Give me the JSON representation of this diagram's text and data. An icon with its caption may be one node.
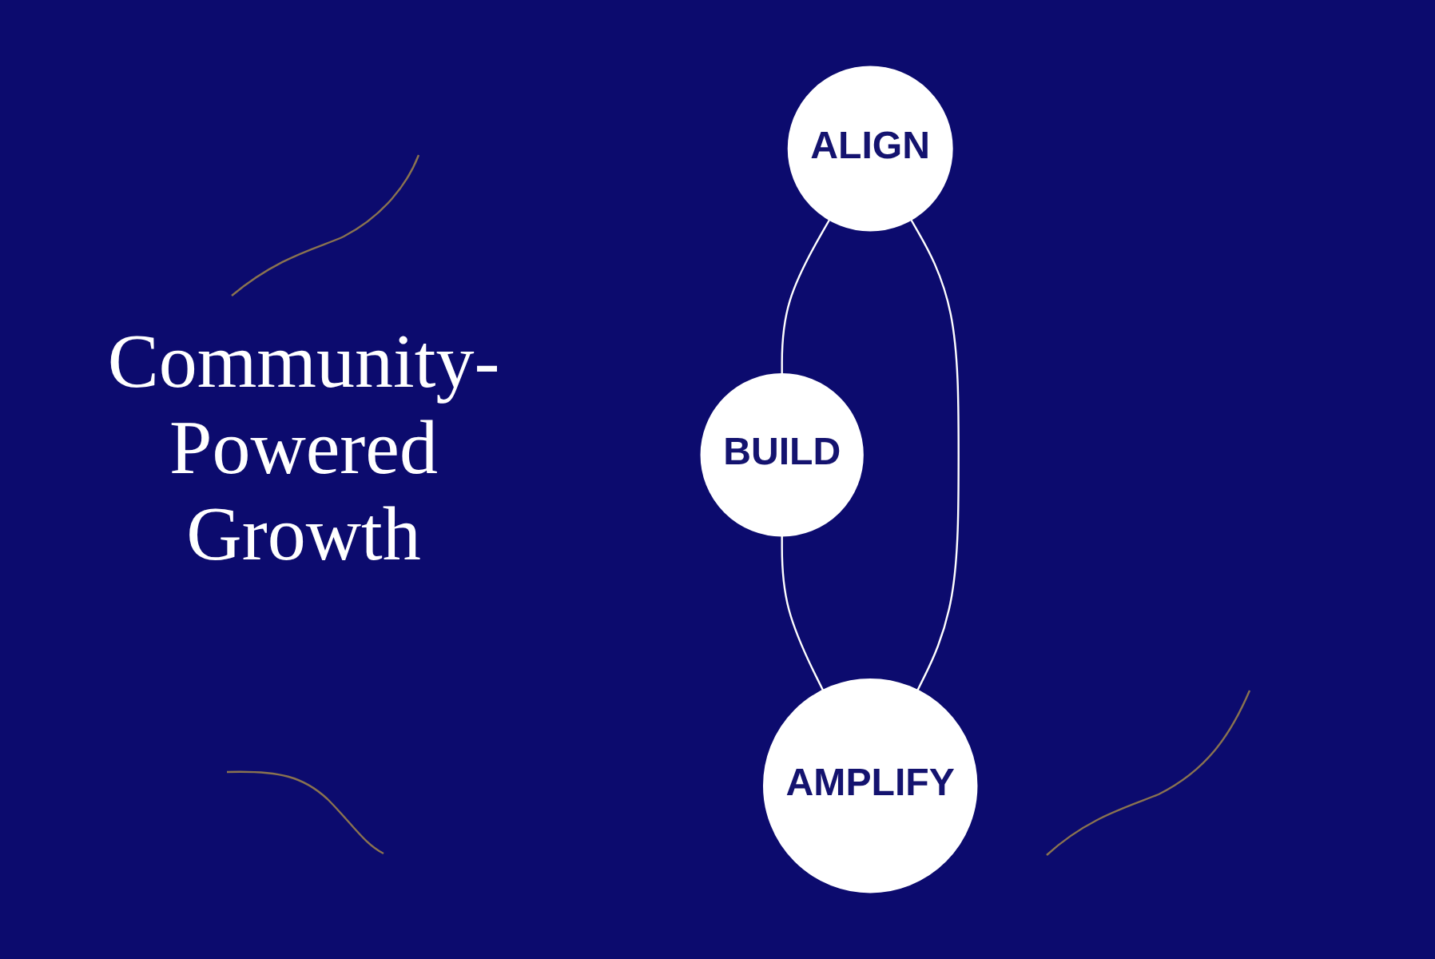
{
  "diagram": {
    "title": "Community-Powered Growth",
    "nodes": [
      {
        "text": [
          "ALIGN"
        ]
      },
      {
        "text": [
          "BUILD"
        ]
      },
      {
        "text": [
          "AMPLIFY"
        ]
      }
    ],
    "edges": [
      {
        "from": 0,
        "to": 1,
        "arrow": "none"
      },
      {
        "from": 1,
        "to": 2,
        "arrow": "none"
      },
      {
        "from": 2,
        "to": 0,
        "arrow": "none"
      }
    ]
  }
}
